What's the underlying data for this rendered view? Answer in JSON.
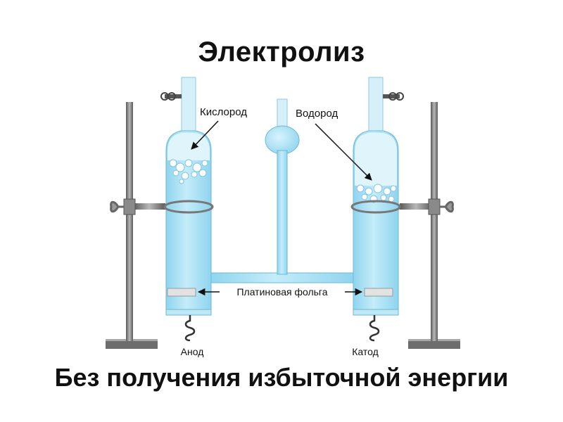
{
  "title": "Электролиз",
  "subtitle": "Без получения избыточной энергии",
  "diagram": {
    "labels": {
      "oxygen": "Кислород",
      "hydrogen": "Водород",
      "platinum_foil": "Платиновая фольга",
      "anode": "Анод",
      "cathode": "Катод"
    }
  },
  "colors": {
    "water": "#a6def2",
    "water_edge": "#6db8d6",
    "glass_light": "#d6f0fa",
    "metal": "#7d7d7d",
    "metal_dark": "#4f4f4f",
    "foil": "#e2e2e2",
    "text": "#111111"
  }
}
